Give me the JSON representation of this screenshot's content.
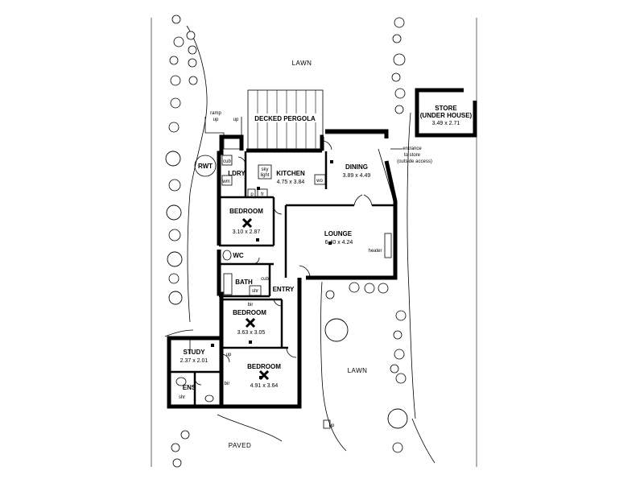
{
  "outdoor": {
    "lawn_top": "LAWN",
    "lawn_right": "LAWN",
    "paved": "PAVED",
    "decked_pergola": "DECKED PERGOLA",
    "rwt": "RWT",
    "ramp": "ramp",
    "ramp_up": "up",
    "up": "up",
    "entrance_note": [
      "entrance",
      "to store",
      "(outside access)"
    ]
  },
  "store": {
    "name_line1": "STORE",
    "name_line2": "(UNDER HOUSE)",
    "dims": "3.49 x 2.71"
  },
  "rooms": {
    "laundry": "LDRY",
    "kitchen": {
      "name": "KITCHEN",
      "dims": "4.75 x 3.84"
    },
    "dining": {
      "name": "DINING",
      "dims": "3.89 x 4.49"
    },
    "bedroom1": {
      "name": "BEDROOM",
      "dims": "3.10 x 2.87"
    },
    "lounge": {
      "name": "LOUNGE",
      "dims": "6.40 x 4.24"
    },
    "wc": "WC",
    "bath": "BATH",
    "entry": "ENTRY",
    "bedroom2": {
      "name": "BEDROOM",
      "dims": "3.63 x 3.05"
    },
    "study": {
      "name": "STUDY",
      "dims": "2.37 x 2.01"
    },
    "bedroom3": {
      "name": "BEDROOM",
      "dims": "4.91 x 3.64"
    },
    "ens": "ENS"
  },
  "fixtures": {
    "cub": "cub",
    "wm": "wm",
    "sky": "sky",
    "light": "light",
    "p": "p",
    "fr": "fr",
    "wo": "wo",
    "heater": "heater",
    "shr": "shr",
    "bir": "bir"
  }
}
